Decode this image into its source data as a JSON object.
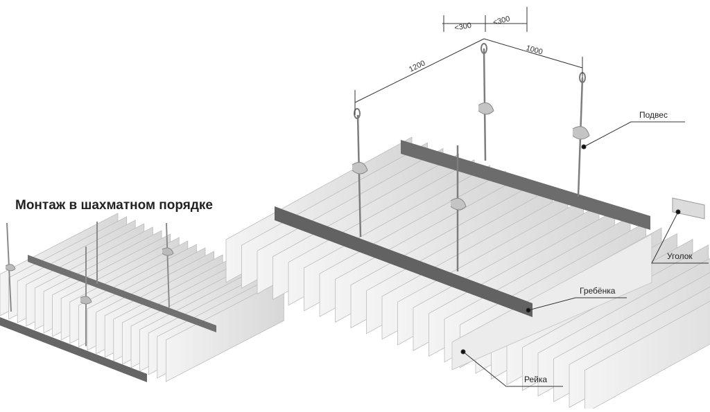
{
  "title": "Монтаж в шахматном порядке",
  "dimensions": {
    "d300_left": "<300",
    "d300_right": "<300",
    "d1000": "1000",
    "d1200": "1200"
  },
  "labels": {
    "suspension": "Подвес",
    "corner": "Уголок",
    "comb": "Гребёнка",
    "slat": "Рейка"
  },
  "colors": {
    "slat": "#e6e6e6",
    "slat_edge": "#bdbdbd",
    "rail": "#6e6e6e",
    "rod": "#8a8a8a",
    "line": "#333333"
  }
}
